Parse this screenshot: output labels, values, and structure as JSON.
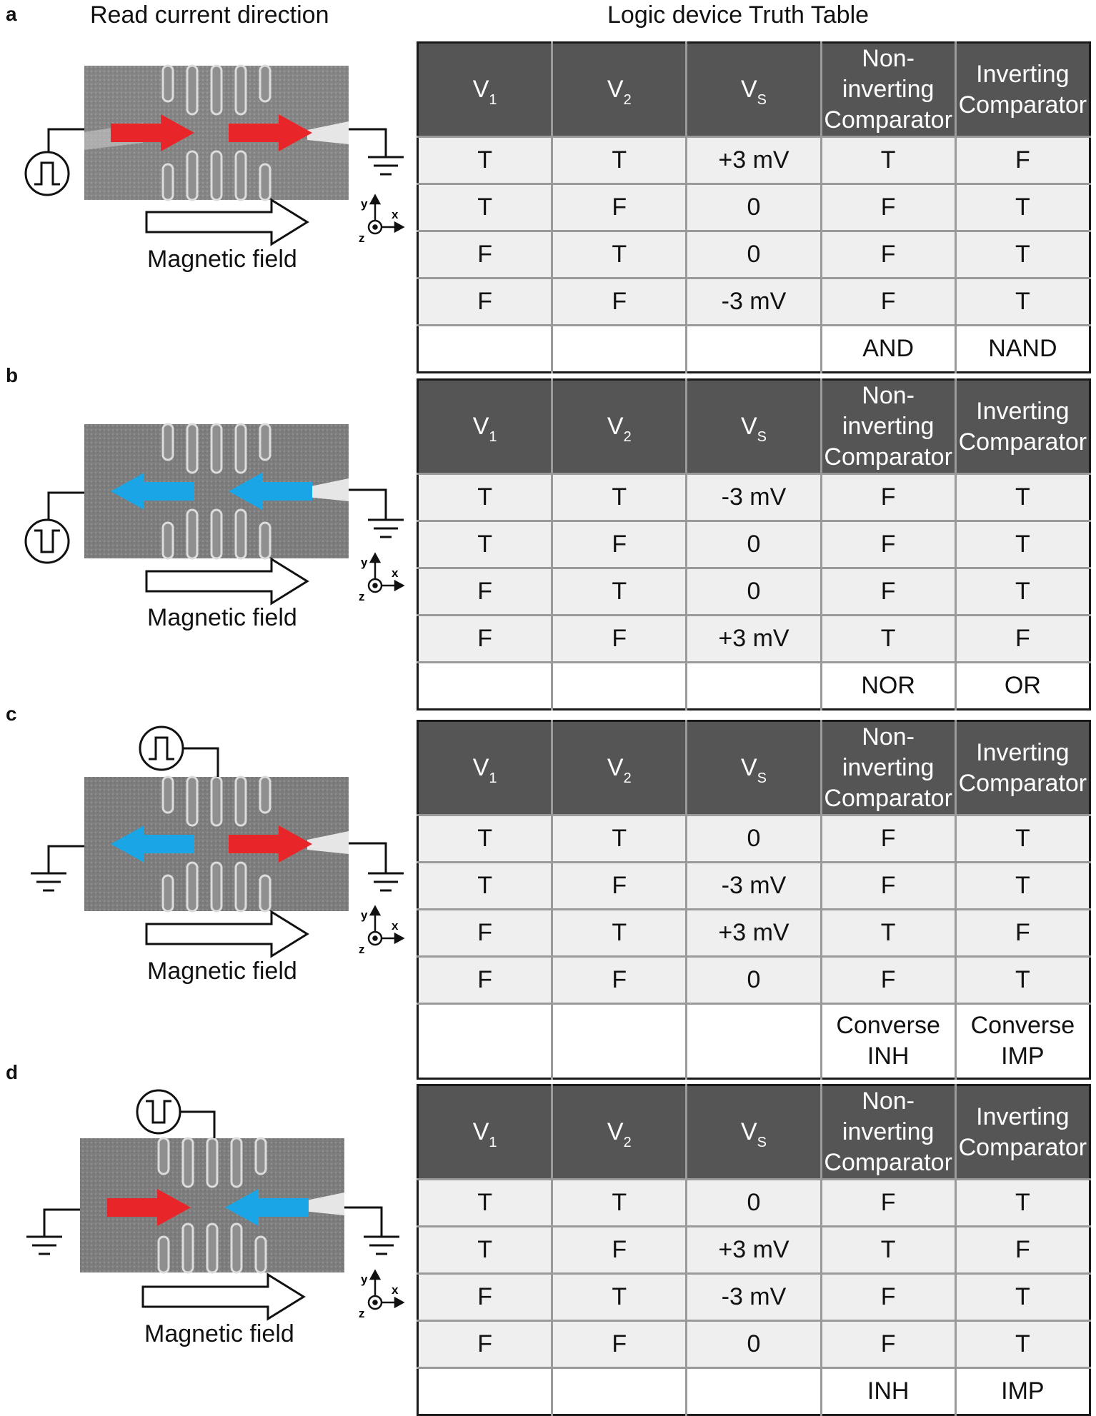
{
  "headers": {
    "left": "Read current direction",
    "right": "Logic device Truth Table"
  },
  "column_headers": {
    "v1": {
      "base": "V",
      "sub": "1"
    },
    "v2": {
      "base": "V",
      "sub": "2"
    },
    "vs": {
      "base": "V",
      "sub": "S"
    },
    "non_inverting": "Non-inverting Comparator",
    "inverting": "Inverting Comparator"
  },
  "magnetic_field_label": "Magnetic field",
  "axes": {
    "x": "x",
    "y": "y",
    "z": "z"
  },
  "colors": {
    "red_arrow": "#e8262a",
    "blue_arrow": "#1aa6e6",
    "header_bg": "#555555",
    "row_bg": "#efefef"
  },
  "panels": [
    {
      "letter": "a",
      "pulse": "positive",
      "arrows": [
        "red-right",
        "red-right"
      ],
      "rows": [
        [
          "T",
          "T",
          "+3 mV",
          "T",
          "F"
        ],
        [
          "T",
          "F",
          "0",
          "F",
          "T"
        ],
        [
          "F",
          "T",
          "0",
          "F",
          "T"
        ],
        [
          "F",
          "F",
          "-3 mV",
          "F",
          "T"
        ]
      ],
      "gates": {
        "non_inverting": "AND",
        "inverting": "NAND"
      }
    },
    {
      "letter": "b",
      "pulse": "negative",
      "arrows": [
        "blue-left",
        "blue-left"
      ],
      "rows": [
        [
          "T",
          "T",
          "-3 mV",
          "F",
          "T"
        ],
        [
          "T",
          "F",
          "0",
          "F",
          "T"
        ],
        [
          "F",
          "T",
          "0",
          "F",
          "T"
        ],
        [
          "F",
          "F",
          "+3 mV",
          "T",
          "F"
        ]
      ],
      "gates": {
        "non_inverting": "NOR",
        "inverting": "OR"
      }
    },
    {
      "letter": "c",
      "pulse": "positive",
      "arrows": [
        "blue-left",
        "red-right"
      ],
      "rows": [
        [
          "T",
          "T",
          "0",
          "F",
          "T"
        ],
        [
          "T",
          "F",
          "-3 mV",
          "F",
          "T"
        ],
        [
          "F",
          "T",
          "+3 mV",
          "T",
          "F"
        ],
        [
          "F",
          "F",
          "0",
          "F",
          "T"
        ]
      ],
      "gates": {
        "non_inverting_1": "Converse",
        "non_inverting_2": "INH",
        "inverting_1": "Converse",
        "inverting_2": "IMP"
      }
    },
    {
      "letter": "d",
      "pulse": "negative",
      "arrows": [
        "red-right",
        "blue-left"
      ],
      "rows": [
        [
          "T",
          "T",
          "0",
          "F",
          "T"
        ],
        [
          "T",
          "F",
          "+3 mV",
          "T",
          "F"
        ],
        [
          "F",
          "T",
          "-3 mV",
          "F",
          "T"
        ],
        [
          "F",
          "F",
          "0",
          "F",
          "T"
        ]
      ],
      "gates": {
        "non_inverting": "INH",
        "inverting": "IMP"
      }
    }
  ]
}
